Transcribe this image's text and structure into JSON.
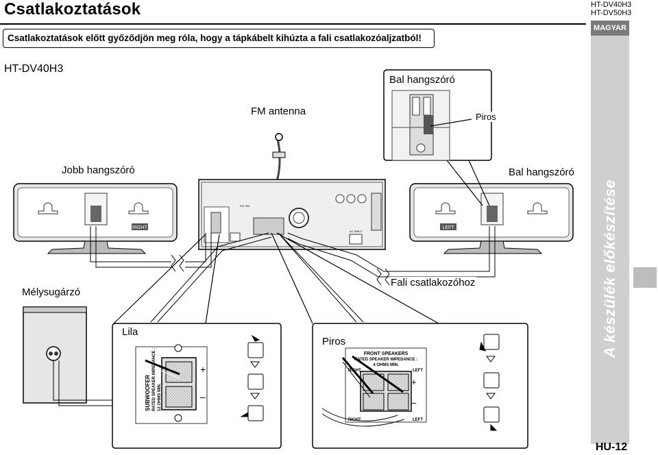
{
  "header": {
    "title": "Csatlakoztatások",
    "model_codes": [
      "HT-DV40H3",
      "HT-DV50H3"
    ],
    "language_tab": "MAGYAR"
  },
  "warning": "Csatlakoztatások előtt győződjön meg róla, hogy a tápkábelt kihúzta a fali csatlakozóaljzatból!",
  "model_label": "HT-DV40H3",
  "diagram": {
    "labels": {
      "left_speaker_top": "Bal hangszóró",
      "red_top": "Piros",
      "fm_antenna": "FM antenna",
      "right_speaker": "Jobb hangszóró",
      "left_speaker": "Bal hangszóró",
      "subwoofer": "Mélysugárzó",
      "wall_outlet": "Fali csatlakozóhoz",
      "purple": "Lila",
      "red_bottom": "Piros"
    },
    "speaker_tags": {
      "right": "RIGHT",
      "left": "LEFT"
    },
    "subwoofer_panel": {
      "lines": [
        "SUBWOOFER",
        "RATED SPEAKER IMPEDANCE :",
        "12 OHMS MIN."
      ],
      "plus": "+",
      "minus": "–"
    },
    "front_panel": {
      "title": "FRONT SPEAKERS",
      "impedance": "RATED SPEAKER IMPEDANCE :",
      "ohms": "4 OHMS MIN.",
      "right": "RIGHT",
      "left": "LEFT",
      "plus": "+",
      "minus": "–"
    },
    "unit_labels": {
      "ac_input": "AC INPUT",
      "fm_75": "FM 75Ω"
    }
  },
  "side": {
    "title": "A készülék előkészítése",
    "page_number": "HU-12"
  },
  "colors": {
    "side_band": "#cfcfcf",
    "language_tab": "#7a7a7a",
    "speaker_fill": "#e6e6e6",
    "unit_fill": "#efefef"
  }
}
